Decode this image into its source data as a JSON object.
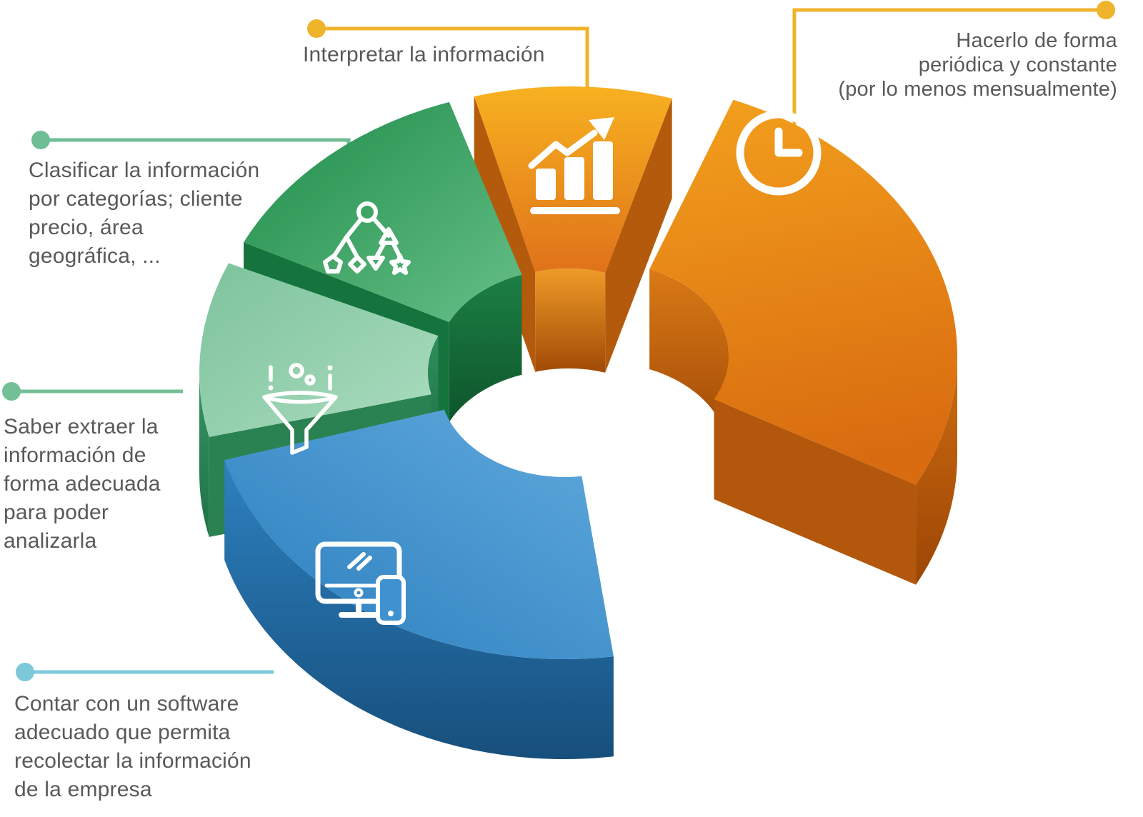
{
  "page": {
    "background": "#ffffff",
    "text_color": "#58595b"
  },
  "chart_data": {
    "type": "pie",
    "variant": "3d-exploded-donut-infographic",
    "legend_position": "callouts-around-chart",
    "segments": [
      {
        "id": "interpret",
        "label": "Interpretar la información",
        "icon": "bar-chart-arrow-icon",
        "callout_color": "#f0b32c",
        "arc": {
          "start_deg": 254.5,
          "end_deg": 287
        },
        "colors": {
          "top1": "#f7b120",
          "top2": "#e0721a",
          "wall1": "#c96a10",
          "wall2": "#9d4605",
          "inner1": "#ef9b28",
          "inner2": "#a04a06",
          "cut": "#b45a0c"
        }
      },
      {
        "id": "periodic",
        "label": "Hacerlo de forma\nperiódica y constante\n(por lo menos mensualmente)",
        "icon": "clock-icon",
        "callout_color": "#f0b32c",
        "arc": {
          "start_deg": 291.5,
          "end_deg": 388
        },
        "colors": {
          "top1": "#f3a01d",
          "top2": "#d96c10",
          "wall1": "#cd6d11",
          "wall2": "#9c4505",
          "inner1": "#d97a16",
          "inner2": "#9c4505",
          "cut": "#b2570c"
        }
      },
      {
        "id": "classify",
        "label": "Clasificar la información\npor categorías; cliente\nprecio, área\ngeográfica, ...",
        "icon": "tree-diagram-icon",
        "callout_color": "#6fbd94",
        "arc": {
          "start_deg": 206,
          "end_deg": 251.5
        },
        "colors": {
          "top1": "#1e8c49",
          "top2": "#66bf87",
          "wall1": "#1c7f44",
          "wall2": "#0f5c2f",
          "inner1": "#1c7f44",
          "inner2": "#0e552c",
          "cut": "#15743d"
        }
      },
      {
        "id": "extract",
        "label": "Saber extraer la\ninformación de\nforma adecuada\npara poder\nanalizarla",
        "icon": "funnel-icon",
        "callout_color": "#74c096",
        "arc": {
          "start_deg": 166.5,
          "end_deg": 203.5
        },
        "colors": {
          "top1": "#7dc39c",
          "top2": "#abdcbf",
          "wall1": "#35935f",
          "wall2": "#1f7347",
          "inner1": "#2e8f5b",
          "inner2": "#1d6a41",
          "cut": "#2a8252"
        }
      },
      {
        "id": "software",
        "label": "Contar con un software\nadecuado que permita\nrecolectar la información\nde la empresa",
        "icon": "computer-phone-icon",
        "callout_color": "#7cc9d9",
        "arc": {
          "start_deg": 82,
          "end_deg": 164
        },
        "colors": {
          "top1": "#61abdd",
          "top2": "#2a7dbe",
          "wall1": "#2d81c0",
          "wall2": "#174f7c",
          "inner1": "#2a7dbe",
          "inner2": "#174f7c",
          "cut": "#1d6aa4"
        }
      }
    ]
  }
}
